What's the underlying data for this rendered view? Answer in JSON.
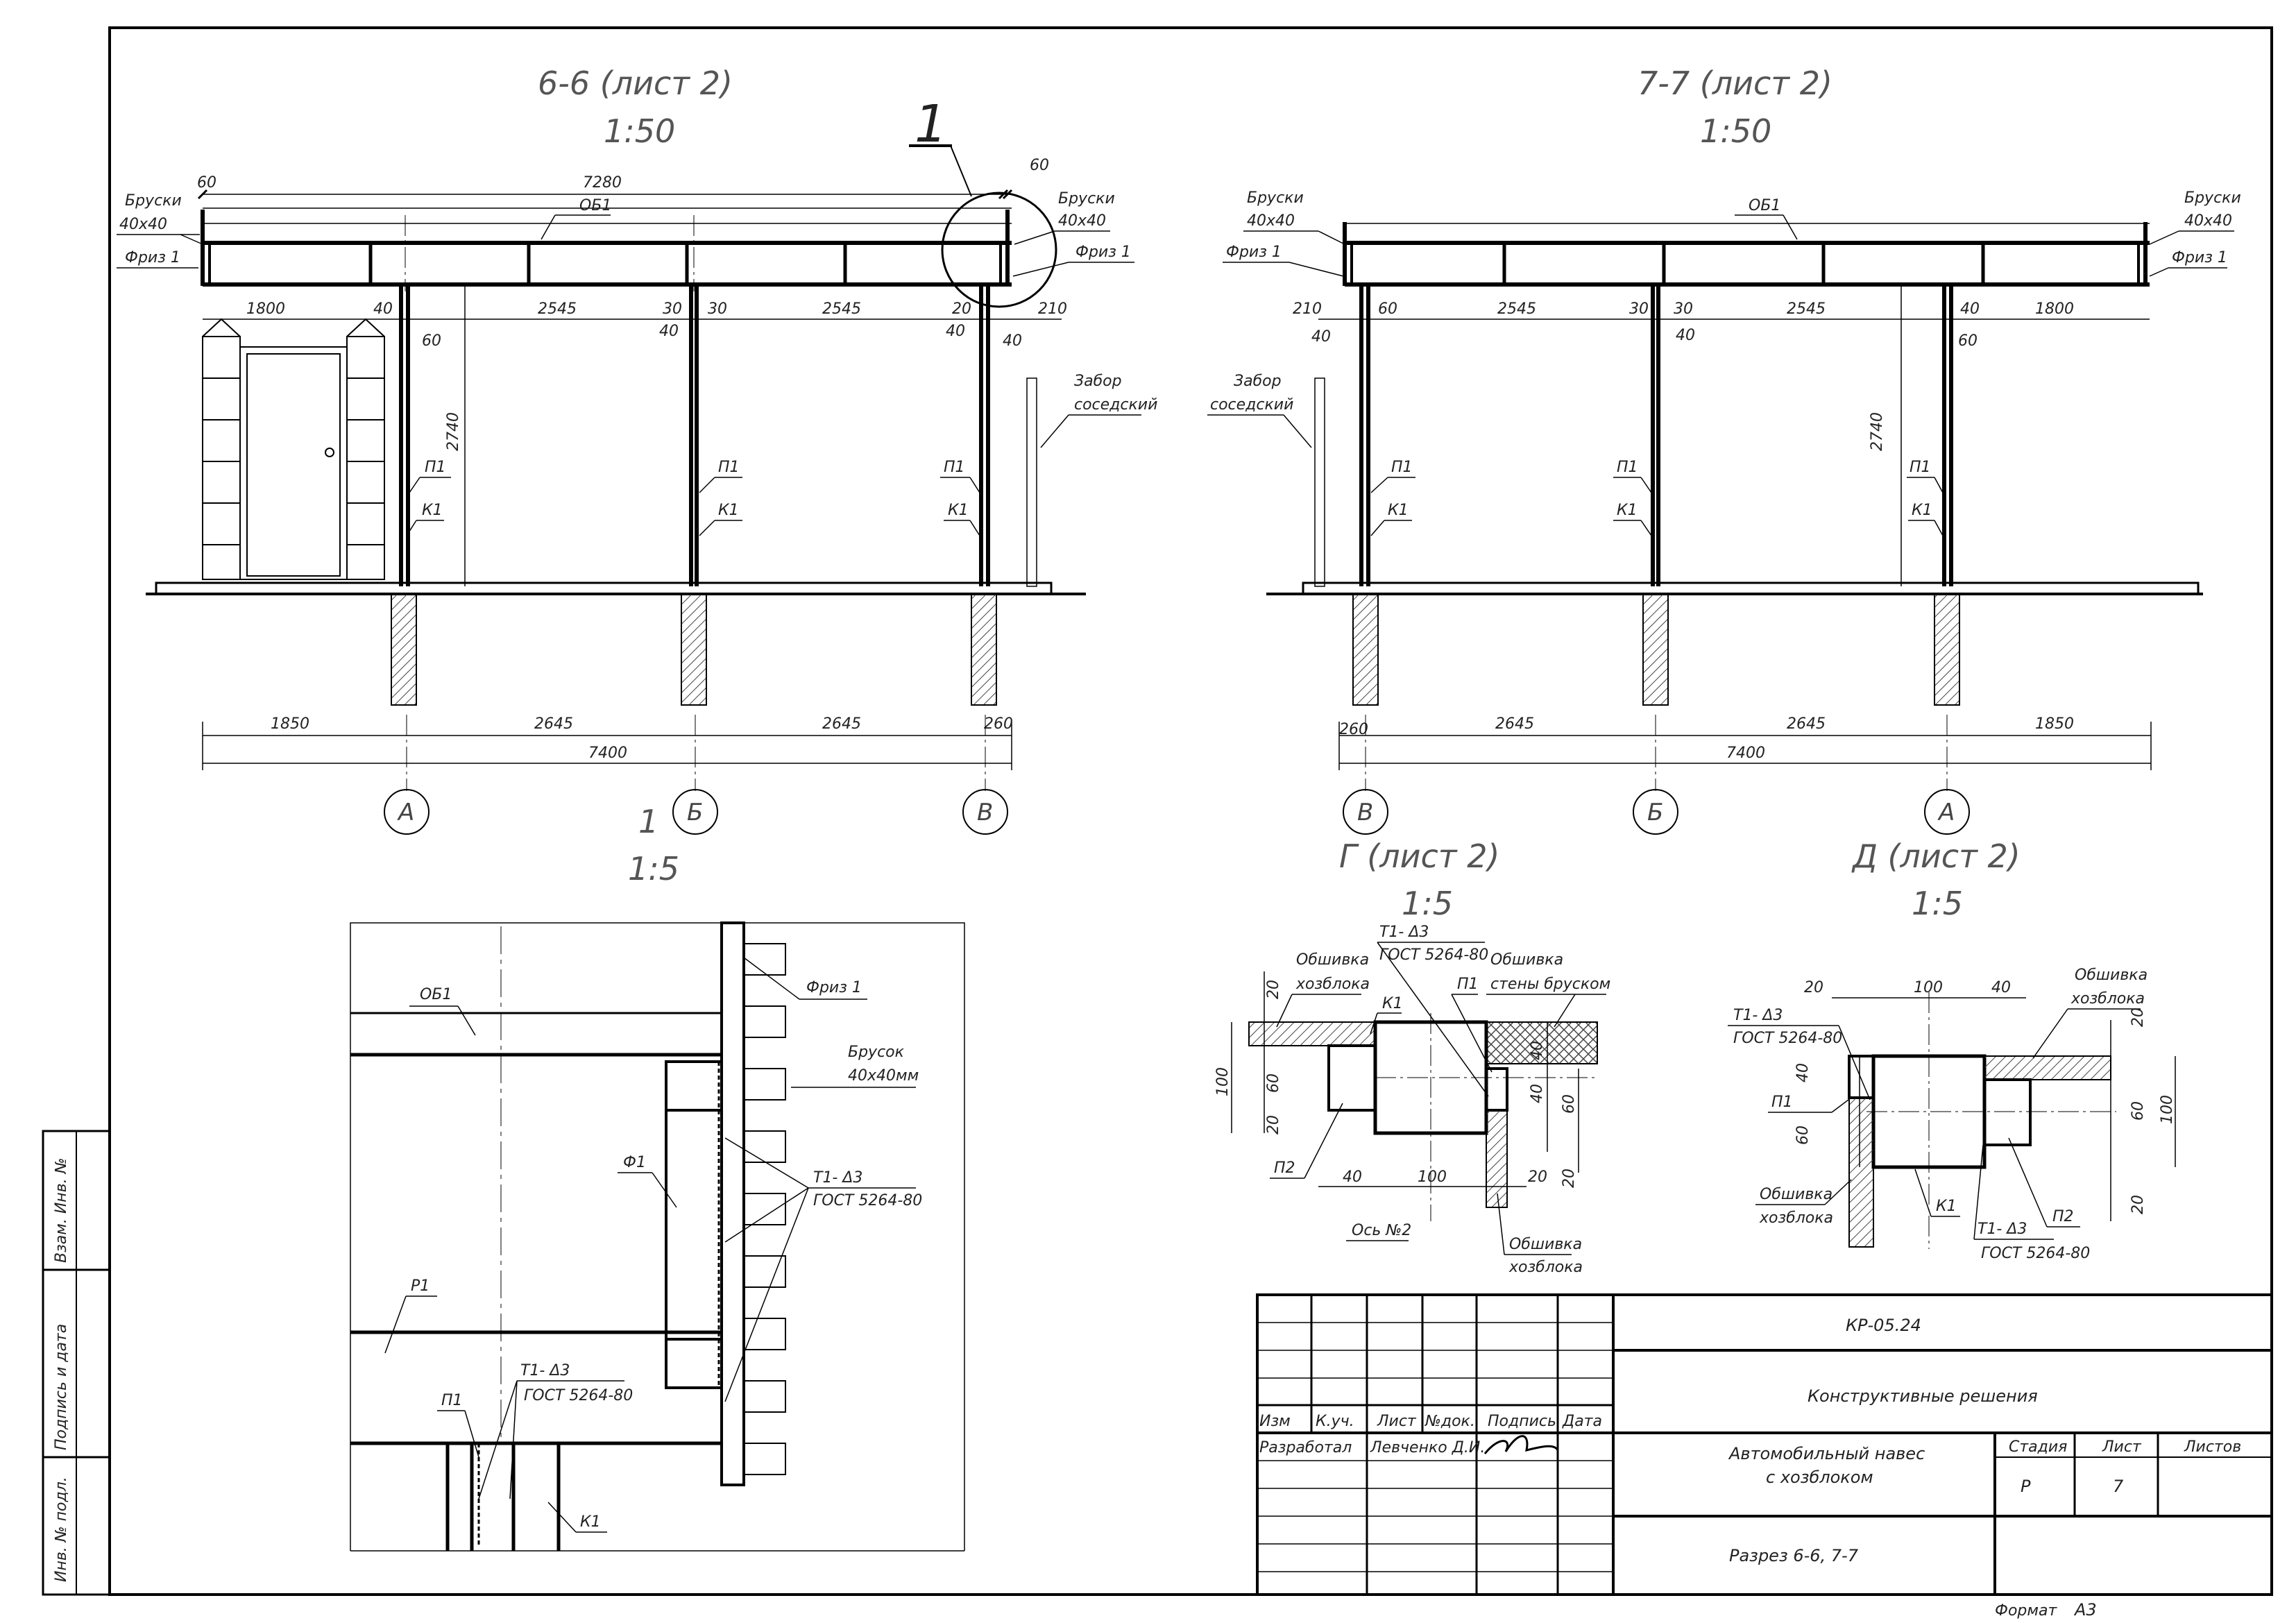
{
  "section_6": {
    "title": "6-6 (лист 2)",
    "scale": "1:50",
    "dims": {
      "overall": "7280",
      "left_offset": "60",
      "right_offset": "60",
      "d1800": "1800",
      "d40a": "40",
      "d2545a": "2545",
      "d30a": "30",
      "d30b": "30",
      "d2545b": "2545",
      "d20": "20",
      "d40b": "40",
      "d210": "210",
      "d60a": "60",
      "d40c": "40",
      "d40d": "40",
      "d2740": "2740",
      "b1850": "1850",
      "b2645a": "2645",
      "b2645b": "2645",
      "b260": "260",
      "b7400": "7400"
    },
    "labels": {
      "bruski": "Бруски",
      "bruski_size": "40х40",
      "friz": "Фриз 1",
      "ob1": "ОБ1",
      "bruski_r": "Бруски",
      "bruski_size_r": "40х40",
      "friz_r": "Фриз 1",
      "zabor": "Забор",
      "sosed": "соседский",
      "p1a": "П1",
      "k1a": "К1",
      "p1b": "П1",
      "k1b": "К1",
      "p1c": "П1",
      "k1c": "К1"
    },
    "axes": [
      "А",
      "Б",
      "В"
    ],
    "callout": "1"
  },
  "section_7": {
    "title": "7-7 (лист 2)",
    "scale": "1:50",
    "dims": {
      "d210": "210",
      "d40a": "40",
      "d60a": "60",
      "d2545a": "2545",
      "d30a": "30",
      "d30b": "30",
      "d2545b": "2545",
      "d40b": "40",
      "d1800": "1800",
      "d40c": "40",
      "d60b": "60",
      "d2740": "2740",
      "b260": "260",
      "b2645a": "2645",
      "b2645b": "2645",
      "b1850": "1850",
      "b7400": "7400"
    },
    "labels": {
      "bruski": "Бруски",
      "bruski_size": "40х40",
      "friz": "Фриз 1",
      "ob1": "ОБ1",
      "bruski_r": "Бруски",
      "bruski_size_r": "40х40",
      "friz_r": "Фриз 1",
      "zabor": "Забор",
      "sosed": "соседский",
      "p1a": "П1",
      "k1a": "К1",
      "p1b": "П1",
      "k1b": "К1",
      "p1c": "П1",
      "k1c": "К1"
    },
    "axes": [
      "В",
      "Б",
      "А"
    ]
  },
  "detail_1": {
    "title": "1",
    "scale": "1:5",
    "labels": {
      "ob1": "ОБ1",
      "friz": "Фриз 1",
      "brusok": "Брусок",
      "brusok_size": "40х40мм",
      "f1": "Ф1",
      "weld1": "Т1- Δ3",
      "gost1": "ГОСТ 5264-80",
      "r1": "Р1",
      "p1": "П1",
      "weld2": "Т1- Δ3",
      "gost2": "ГОСТ 5264-80",
      "k1": "К1"
    }
  },
  "detail_g": {
    "title": "Г (лист 2)",
    "scale": "1:5",
    "labels": {
      "obsh1": "Обшивка",
      "hoz1": "хозблока",
      "weld": "Т1- Δ3",
      "gost": "ГОСТ 5264-80",
      "obsh_st": "Обшивка",
      "st_brus": "стены бруском",
      "k1": "К1",
      "p1": "П1",
      "p2": "П2",
      "os": "Ось №2",
      "obsh2": "Обшивка",
      "hoz2": "хозблока"
    },
    "dims": {
      "d20a": "20",
      "d100v": "100",
      "d60v": "60",
      "d20b": "20",
      "d40h": "40",
      "d100h": "100",
      "d20h": "20",
      "d40r": "40",
      "d40r2": "40",
      "d60r": "60",
      "d20r": "20"
    }
  },
  "detail_d": {
    "title": "Д (лист 2)",
    "scale": "1:5",
    "labels": {
      "obsh1": "Обшивка",
      "hoz1": "хозблока",
      "weld": "Т1- Δ3",
      "gost": "ГОСТ 5264-80",
      "p1": "П1",
      "obsh2": "Обшивка",
      "hoz2": "хозблока",
      "k1": "К1",
      "weld2": "Т1- Δ3",
      "gost2": "ГОСТ 5264-80",
      "p2": "П2"
    },
    "dims": {
      "d20": "20",
      "d100": "100",
      "d40": "40",
      "d20r": "20",
      "d40l": "40",
      "d60l": "60",
      "d60r": "60",
      "d100r": "100",
      "d20rb": "20"
    }
  },
  "stamp": {
    "code": "КР-05.24",
    "section": "Конструктивные решения",
    "project_line1": "Автомобильный навес",
    "project_line2": "с хозблоком",
    "drawing": "Разрез 6-6, 7-7",
    "headers": {
      "izm": "Изм",
      "kuch": "К.уч.",
      "list": "Лист",
      "ndok": "№док.",
      "podpis": "Подпись",
      "data": "Дата"
    },
    "developed_role": "Разработал",
    "developed_name": "Левченко Д.И.",
    "stage_label": "Стадия",
    "sheet_label": "Лист",
    "sheets_label": "Листов",
    "stage": "Р",
    "sheet": "7",
    "format_label": "Формат",
    "format": "А3"
  },
  "side_stamp": {
    "vzam": "Взам. Инв. №",
    "podp": "Подпись и дата",
    "inv": "Инв. № подл."
  }
}
